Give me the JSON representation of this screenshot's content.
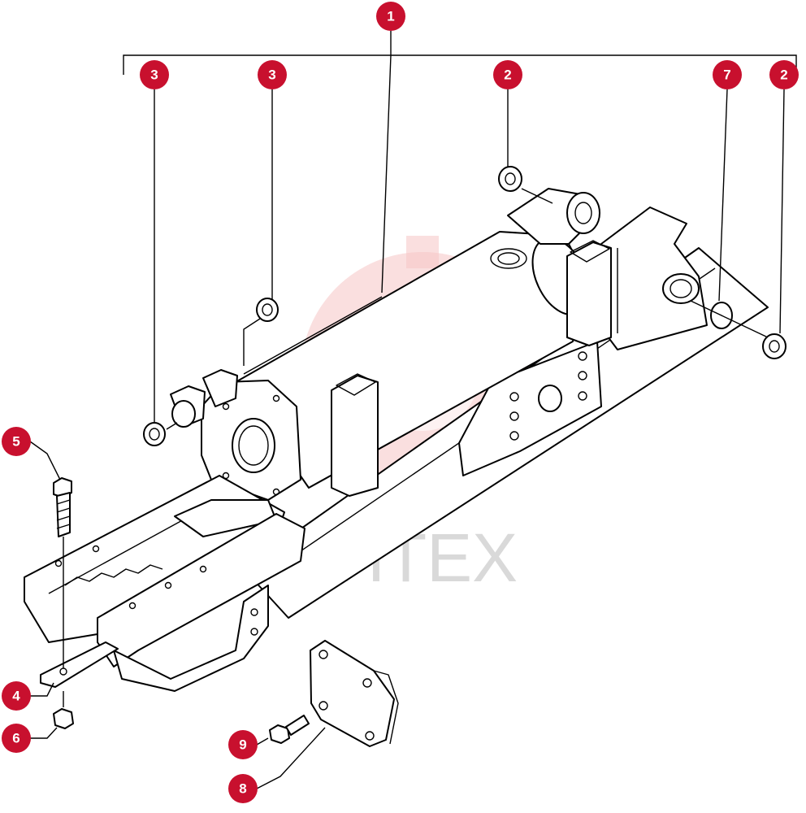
{
  "watermark": {
    "text": "ИНТЕХ",
    "color": "#f6c5c5"
  },
  "callout_color": "#c8102e",
  "callouts": [
    {
      "id": "c1",
      "label": "1"
    },
    {
      "id": "c3a",
      "label": "3"
    },
    {
      "id": "c3b",
      "label": "3"
    },
    {
      "id": "c2a",
      "label": "2"
    },
    {
      "id": "c7",
      "label": "7"
    },
    {
      "id": "c2b",
      "label": "2"
    },
    {
      "id": "c5",
      "label": "5"
    },
    {
      "id": "c4",
      "label": "4"
    },
    {
      "id": "c6",
      "label": "6"
    },
    {
      "id": "c9",
      "label": "9"
    },
    {
      "id": "c8",
      "label": "8"
    }
  ]
}
